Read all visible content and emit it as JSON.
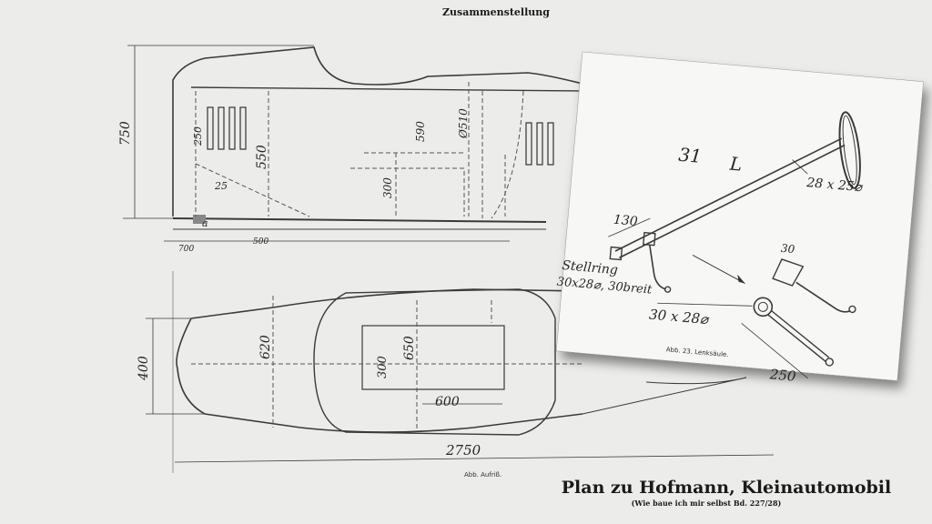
{
  "sheet": {
    "header": "Zusammenstellung",
    "title": "Plan zu Hofmann, Kleinautomobil",
    "subtitle": "(Wie baue ich mir selbst Bd. 227/28)",
    "caption_bottom": "Abb.    Aufriß.",
    "dimensions": {
      "height_750": "750",
      "d250": "250",
      "d550": "550",
      "d25": "25",
      "d590": "590",
      "d510": "Ø510",
      "d300a": "300",
      "d500": "500",
      "d400": "400",
      "d620": "620",
      "d650": "650",
      "d300b": "300",
      "d600": "600",
      "d2750": "2750",
      "d700": "700",
      "label_a": "a"
    }
  },
  "inset": {
    "number": "31",
    "part_letter": "L",
    "d130": "130",
    "d28x25": "28 x 25⌀",
    "stellring": "Stellring",
    "stellring_detail": "30x28⌀, 30breit",
    "d30x28": "30 x 28⌀",
    "d250": "250",
    "d30": "30",
    "caption": "Abb. 23. Lenksäule."
  }
}
